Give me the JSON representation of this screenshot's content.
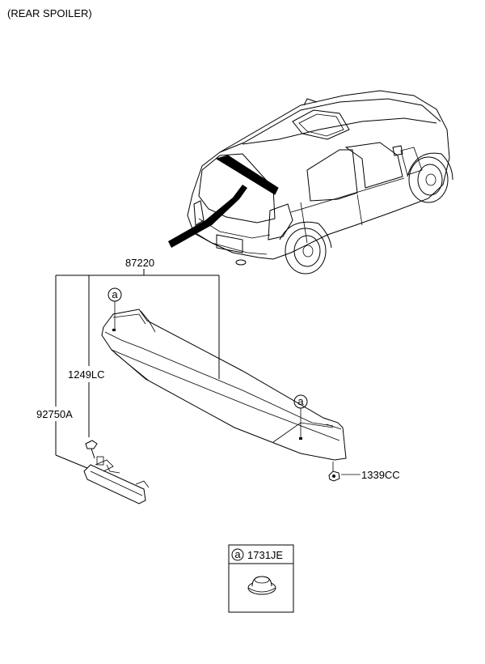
{
  "title": "(REAR SPOILER)",
  "callouts": {
    "spoiler": "87220",
    "screw": "1249LC",
    "lamp": "92750A",
    "clip": "1339CC",
    "grommet": "1731JE"
  },
  "ref_marker": "a",
  "legend_box": {
    "marker": "a",
    "part": "1731JE"
  }
}
